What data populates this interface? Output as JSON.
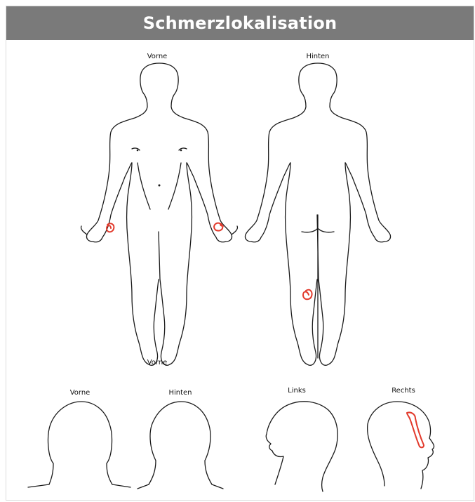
{
  "header": {
    "title": "Schmerzlokalisation"
  },
  "body_views": {
    "front_label": "Vorne",
    "back_label": "Hinten"
  },
  "head_views": {
    "front_label": "Vorne",
    "back_label": "Hinten",
    "left_label": "Links",
    "right_label": "Rechts"
  },
  "colors": {
    "header_bg": "#7a7a7a",
    "pain_mark": "#e23a2c",
    "outline": "#1a1a1a"
  }
}
